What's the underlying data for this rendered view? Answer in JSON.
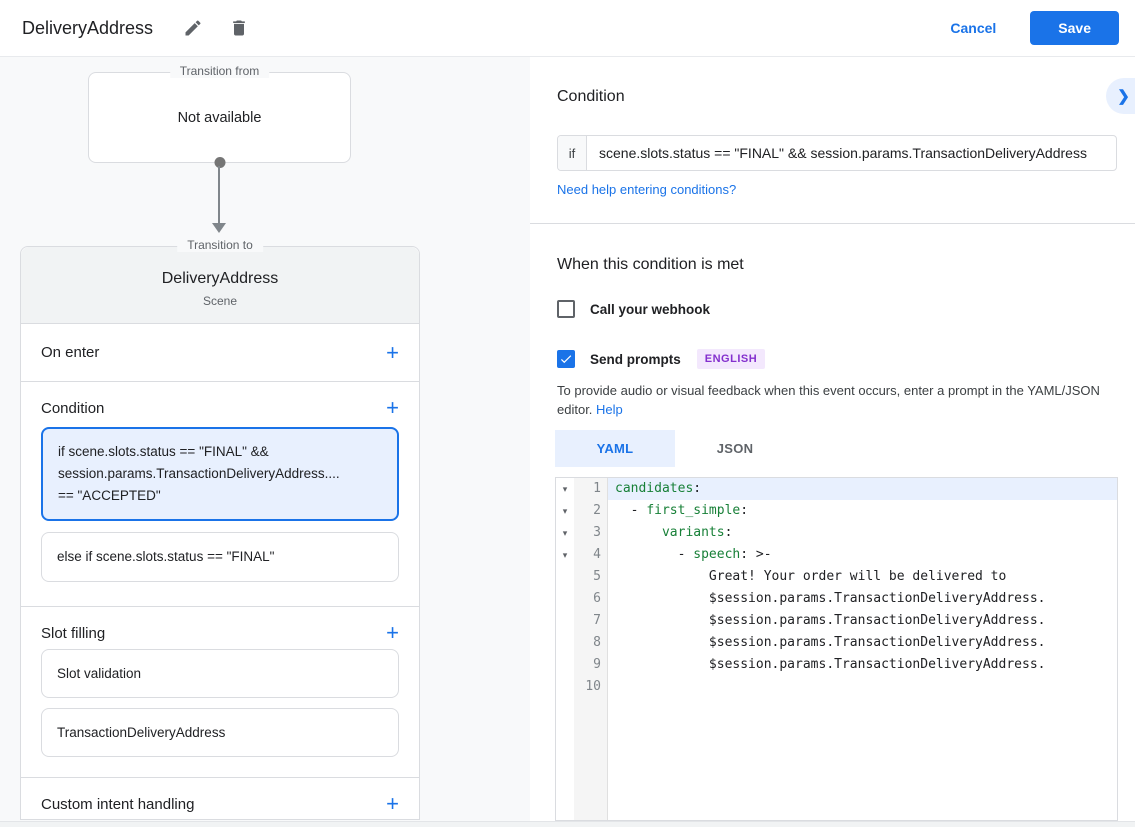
{
  "header": {
    "title": "DeliveryAddress",
    "cancel": "Cancel",
    "save": "Save"
  },
  "diagram": {
    "from_legend": "Transition from",
    "from_value": "Not available",
    "to_legend": "Transition to",
    "scene_name": "DeliveryAddress",
    "scene_subtitle": "Scene"
  },
  "sections": {
    "on_enter_label": "On enter",
    "condition_label": "Condition",
    "condition_active": "if scene.slots.status == \"FINAL\" &&\nsession.params.TransactionDeliveryAddress....\n== \"ACCEPTED\"",
    "condition_else": "else if scene.slots.status == \"FINAL\"",
    "slot_filling_label": "Slot filling",
    "slot_items": [
      "Slot validation",
      "TransactionDeliveryAddress"
    ],
    "custom_intent_label": "Custom intent handling"
  },
  "condition_panel": {
    "title": "Condition",
    "if_label": "if",
    "if_value": "scene.slots.status == \"FINAL\" && session.params.TransactionDeliveryAddress",
    "help": "Need help entering conditions?"
  },
  "when_met": {
    "title": "When this condition is met",
    "webhook": "Call your webhook",
    "prompts": "Send prompts",
    "badge": "ENGLISH",
    "desc": "To provide audio or visual feedback when this event occurs, enter a prompt in the YAML/JSON editor.",
    "help": "Help"
  },
  "editor": {
    "tabs": [
      {
        "label": "YAML",
        "active": true
      },
      {
        "label": "JSON",
        "active": false
      }
    ],
    "lines": [
      {
        "num": "1",
        "fold": true,
        "highlight": true,
        "segments": [
          [
            "key",
            "candidates"
          ],
          [
            "plain",
            ":"
          ]
        ]
      },
      {
        "num": "2",
        "fold": true,
        "segments": [
          [
            "plain",
            "  - "
          ],
          [
            "key",
            "first_simple"
          ],
          [
            "plain",
            ":"
          ]
        ]
      },
      {
        "num": "3",
        "fold": true,
        "segments": [
          [
            "plain",
            "      "
          ],
          [
            "key",
            "variants"
          ],
          [
            "plain",
            ":"
          ]
        ]
      },
      {
        "num": "4",
        "fold": true,
        "segments": [
          [
            "plain",
            "        - "
          ],
          [
            "key",
            "speech"
          ],
          [
            "plain",
            ": >-"
          ]
        ]
      },
      {
        "num": "5",
        "segments": [
          [
            "plain",
            "            Great! Your order will be delivered to"
          ]
        ]
      },
      {
        "num": "6",
        "segments": [
          [
            "plain",
            "            $session.params.TransactionDeliveryAddress."
          ]
        ]
      },
      {
        "num": "7",
        "segments": [
          [
            "plain",
            "            $session.params.TransactionDeliveryAddress."
          ]
        ]
      },
      {
        "num": "8",
        "segments": [
          [
            "plain",
            "            $session.params.TransactionDeliveryAddress."
          ]
        ]
      },
      {
        "num": "9",
        "segments": [
          [
            "plain",
            "            $session.params.TransactionDeliveryAddress."
          ]
        ]
      },
      {
        "num": "10",
        "segments": []
      }
    ]
  },
  "icons": {
    "plus": "+",
    "chevron_right": "❯",
    "fold": "▾"
  },
  "colors": {
    "accent_blue": "#1a73e8",
    "highlight_blue": "#e8f0fe",
    "yaml_key_green": "#188038",
    "badge_purple_text": "#8430ce",
    "badge_purple_bg": "#f3e8fd",
    "panel_gray": "#f8f9fa",
    "border_gray": "#dadce0"
  }
}
